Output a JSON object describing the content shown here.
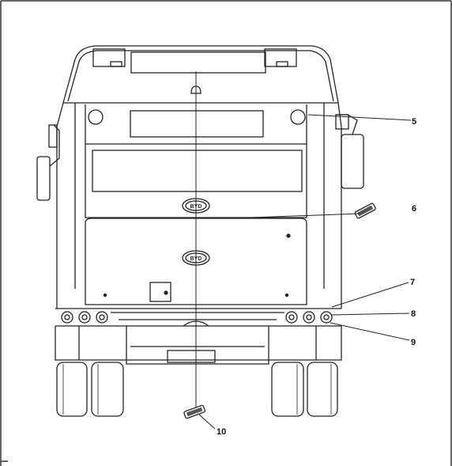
{
  "diagram": {
    "callouts": [
      {
        "id": "5",
        "label": "5"
      },
      {
        "id": "6",
        "label": "6"
      },
      {
        "id": "7",
        "label": "7"
      },
      {
        "id": "8",
        "label": "8"
      },
      {
        "id": "9",
        "label": "9"
      },
      {
        "id": "10",
        "label": "10"
      }
    ],
    "logo_text": "BYD"
  },
  "colors": {
    "line": "#222222",
    "background": "#ffffff"
  }
}
